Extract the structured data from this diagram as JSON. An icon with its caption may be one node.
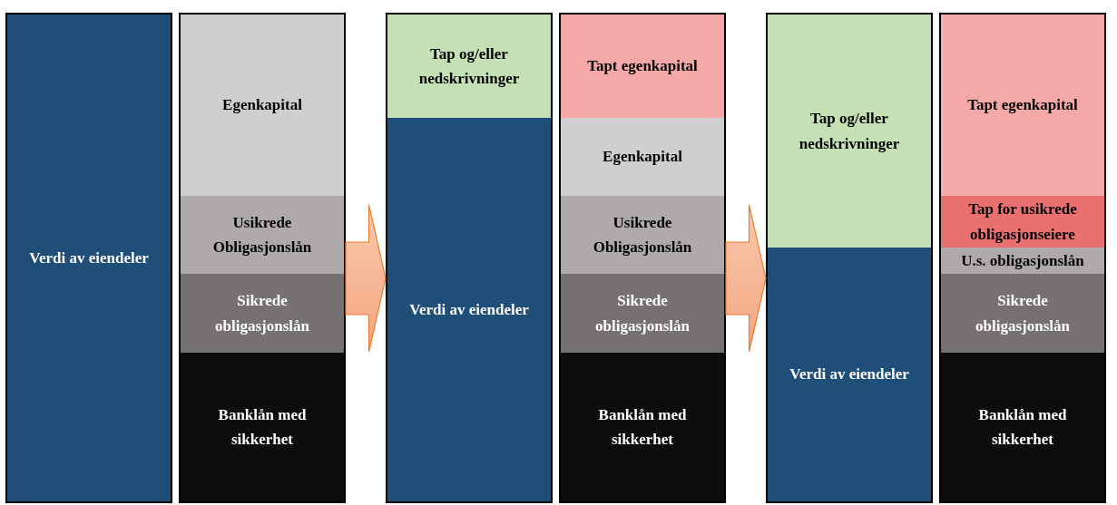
{
  "diagram": {
    "nodes": [
      {
        "text": [],
        "shape": "box"
      },
      {
        "text": [
          "Verdi av eiendeler"
        ],
        "in": 0
      },
      {
        "text": [],
        "shape": "box"
      },
      {
        "text": [
          "Egenkapital"
        ],
        "in": 2
      },
      {
        "text": [
          "Usikrede Obligasjonslån"
        ],
        "in": 2
      },
      {
        "text": [
          "Sikrede obligasjonslån"
        ],
        "in": 2
      },
      {
        "text": [
          "Banklån med sikkerhet"
        ],
        "in": 2
      },
      {
        "text": [],
        "shape": "box"
      },
      {
        "text": [
          "Tap og/eller nedskrivninger"
        ],
        "in": 7
      },
      {
        "text": [
          "Verdi av eiendeler"
        ],
        "in": 7
      },
      {
        "text": [],
        "shape": "box"
      },
      {
        "text": [
          "Tapt egenkapital"
        ],
        "in": 10
      },
      {
        "text": [
          "Egenkapital"
        ],
        "in": 10
      },
      {
        "text": [
          "Usikrede Obligasjonslån"
        ],
        "in": 10
      },
      {
        "text": [
          "Sikrede obligasjonslån"
        ],
        "in": 10
      },
      {
        "text": [
          "Banklån med sikkerhet"
        ],
        "in": 10
      },
      {
        "text": [],
        "shape": "box"
      },
      {
        "text": [
          "Tap og/eller nedskrivninger"
        ],
        "in": 16
      },
      {
        "text": [
          "Verdi av eiendeler"
        ],
        "in": 16
      },
      {
        "text": [],
        "shape": "box"
      },
      {
        "text": [
          "Tapt egenkapital"
        ],
        "in": 19
      },
      {
        "text": [
          "Tap for usikrede obligasjonseiere"
        ],
        "in": 19
      },
      {
        "text": [
          "U.s. obligasjonslån"
        ],
        "in": 19
      },
      {
        "text": [
          "Sikrede obligasjonslån"
        ],
        "in": 19
      },
      {
        "text": [
          "Banklån med sikkerhet"
        ],
        "in": 19
      }
    ],
    "edges": [
      {
        "from": 2,
        "to": 7,
        "arrow": "to"
      },
      {
        "from": 10,
        "to": 16,
        "arrow": "to"
      }
    ]
  }
}
